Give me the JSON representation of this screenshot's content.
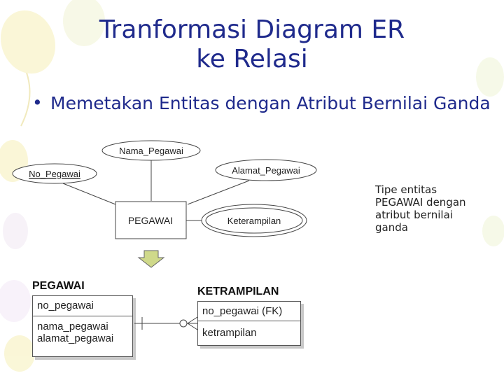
{
  "slide": {
    "title": "Tranformasi Diagram ER\nke Relasi",
    "bullet_symbol": "•",
    "bullet_text": "Memetakan Entitas dengan Atribut Bernilai Ganda"
  },
  "er_diagram": {
    "entity": "PEGAWAI",
    "attributes": {
      "nama": "Nama_Pegawai",
      "no": "No_Pegawai",
      "alamat": "Alamat_Pegawai",
      "multivalued": "Keterampilan"
    },
    "note": "Tipe entitas\nPEGAWAI dengan\natribut bernilai\nganda"
  },
  "relations": {
    "pegawai": {
      "title": "PEGAWAI",
      "key": "no_pegawai",
      "attrs": "nama_pegawai\nalamat_pegawai"
    },
    "ketrampilan": {
      "title": "KETRAMPILAN",
      "key": "no_pegawai (FK)",
      "attrs": "ketrampilan"
    }
  },
  "colors": {
    "title": "#1f2a8c",
    "arrow_fill": "#cfd98a",
    "background_accent": "#f2efb8"
  }
}
